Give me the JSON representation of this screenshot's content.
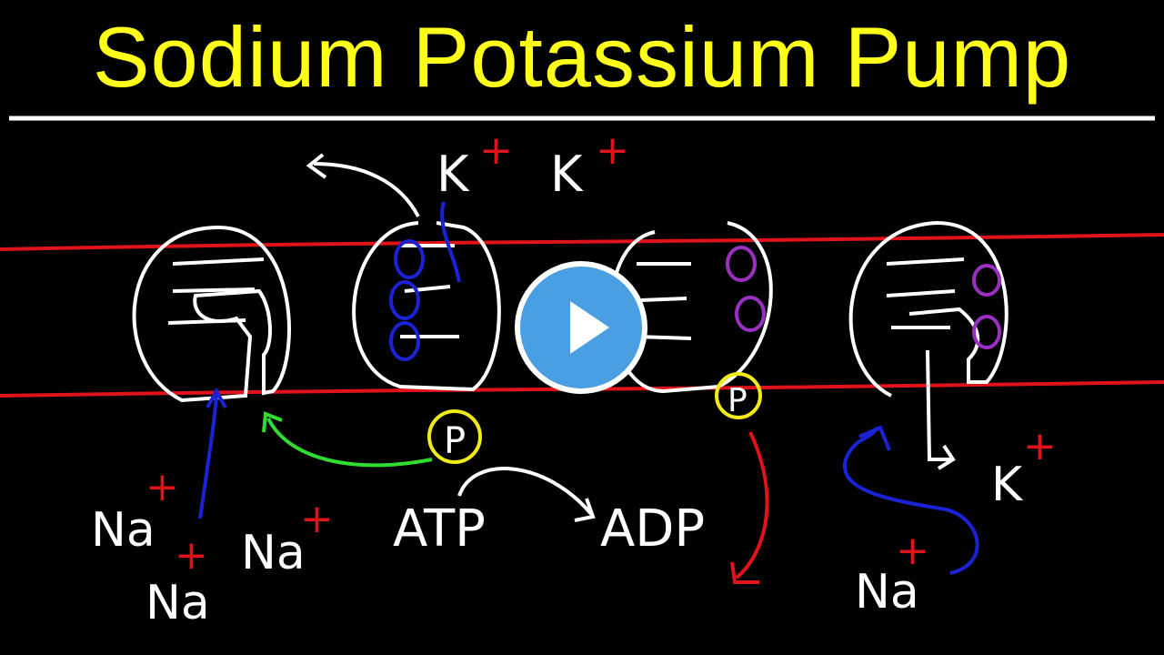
{
  "title": "Sodium Potassium Pump",
  "labels": {
    "k_top_1": "K",
    "k_top_2": "K",
    "na_left_1": "Na",
    "na_left_2": "Na",
    "na_left_3": "Na",
    "atp": "ATP",
    "adp": "ADP",
    "p_left": "P",
    "p_right": "P",
    "k_right": "K",
    "na_right": "Na",
    "plus": "+"
  },
  "colors": {
    "title": "#ffff1a",
    "membrane": "#e0121a",
    "protein": "#ffffff",
    "sodium_ion": "#1a22d6",
    "potassium_ion": "#9b2fc4",
    "phosphate_circle": "#f2ea17",
    "green_arrow": "#2fdc2f",
    "play_button": "#4a9fe2"
  },
  "controls": {
    "play_icon": "play-icon"
  }
}
